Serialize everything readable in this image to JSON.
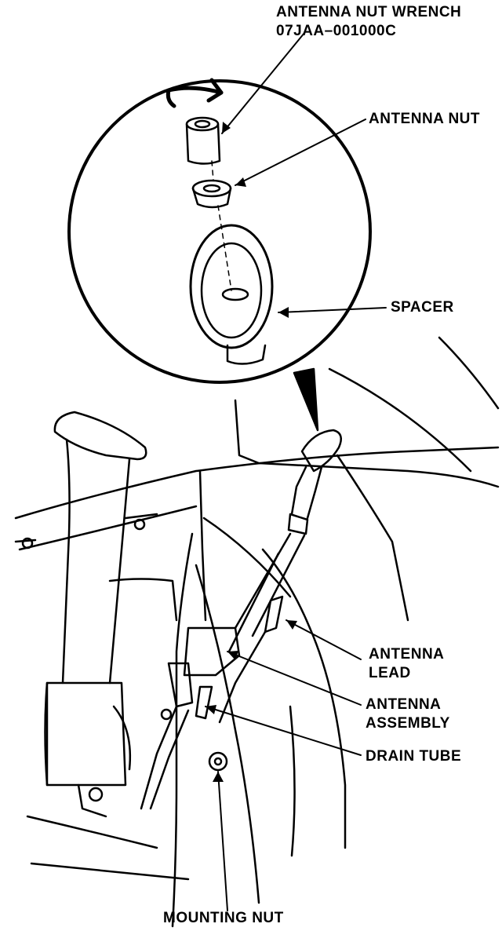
{
  "labels": {
    "wrench_line1": "ANTENNA NUT WRENCH",
    "wrench_line2": "07JAA–001000C",
    "antenna_nut": "ANTENNA NUT",
    "spacer": "SPACER",
    "antenna_lead_line1": "ANTENNA",
    "antenna_lead_line2": "LEAD",
    "antenna_assembly_line1": "ANTENNA",
    "antenna_assembly_line2": "ASSEMBLY",
    "drain_tube": "DRAIN TUBE",
    "mounting_nut": "MOUNTING NUT"
  },
  "colors": {
    "ink": "#000000",
    "paper": "#ffffff"
  }
}
